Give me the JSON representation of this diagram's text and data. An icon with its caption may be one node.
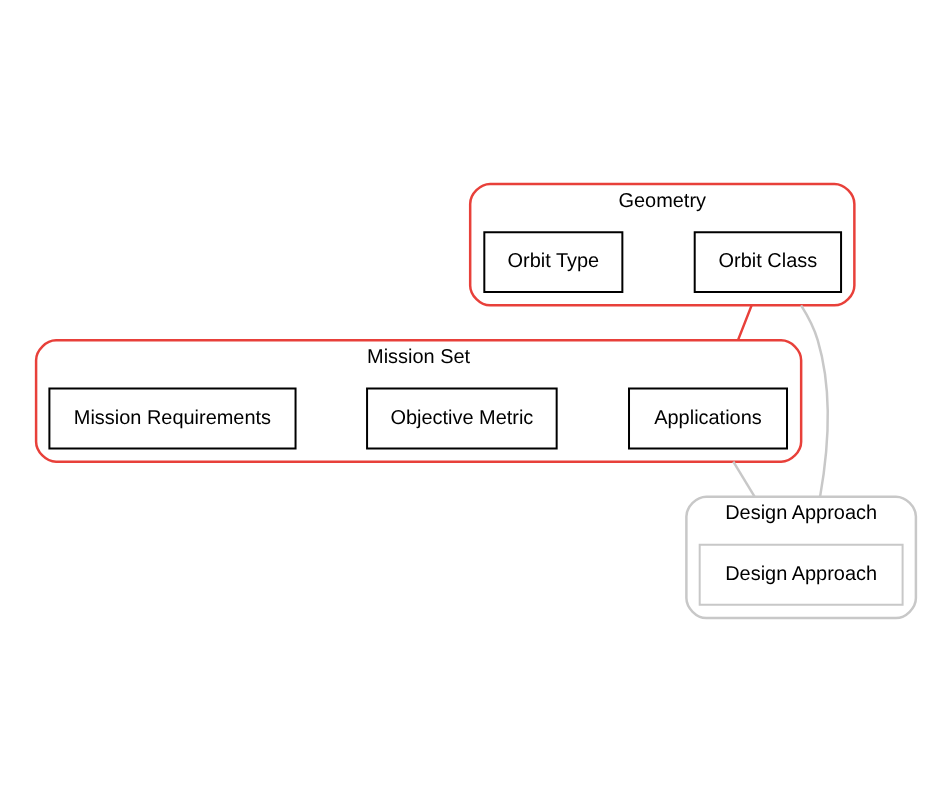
{
  "diagram": {
    "nodes": [
      {
        "text": [
          "Geometry"
        ]
      },
      {
        "text": [
          "Orbit Class"
        ],
        "in": 0
      },
      {
        "text": [
          "Orbit Type"
        ],
        "in": 0
      },
      {
        "text": [
          "Mission Set"
        ]
      },
      {
        "text": [
          "Applications"
        ],
        "in": 3
      },
      {
        "text": [
          "Objective Metric"
        ],
        "in": 3
      },
      {
        "text": [
          "Mission Requirements"
        ],
        "in": 3
      },
      {
        "text": [
          "Design Approach"
        ]
      },
      {
        "text": [
          "Design Approach"
        ],
        "in": 7
      }
    ],
    "edges": [
      {
        "from": 0,
        "to": 3,
        "arrow": "none",
        "color": "#e8403a"
      },
      {
        "from": 0,
        "to": 7,
        "arrow": "none"
      },
      {
        "from": 3,
        "to": 7,
        "arrow": "none"
      }
    ]
  }
}
